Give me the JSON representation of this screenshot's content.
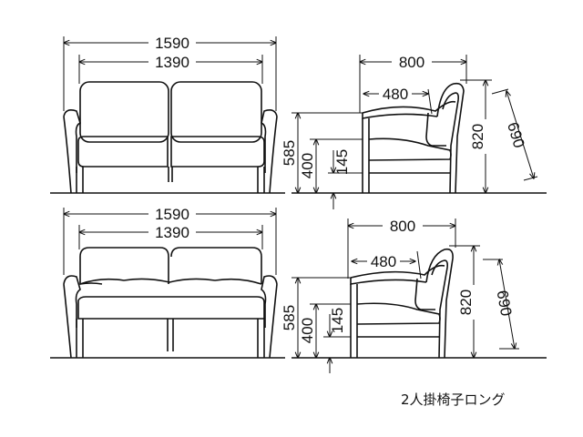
{
  "caption": "2人掛椅子ロング",
  "views": [
    {
      "front": {
        "overall_width": "1590",
        "seat_width": "1390"
      },
      "side": {
        "depth": "800",
        "seat_depth": "480",
        "arm_height": "585",
        "seat_height": "400",
        "seat_thickness": "145",
        "total_height": "820",
        "diagonal": "690"
      }
    },
    {
      "front": {
        "overall_width": "1590",
        "seat_width": "1390"
      },
      "side": {
        "depth": "800",
        "seat_depth": "480",
        "arm_height": "585",
        "seat_height": "400",
        "seat_thickness": "145",
        "total_height": "820",
        "diagonal": "690"
      }
    }
  ]
}
